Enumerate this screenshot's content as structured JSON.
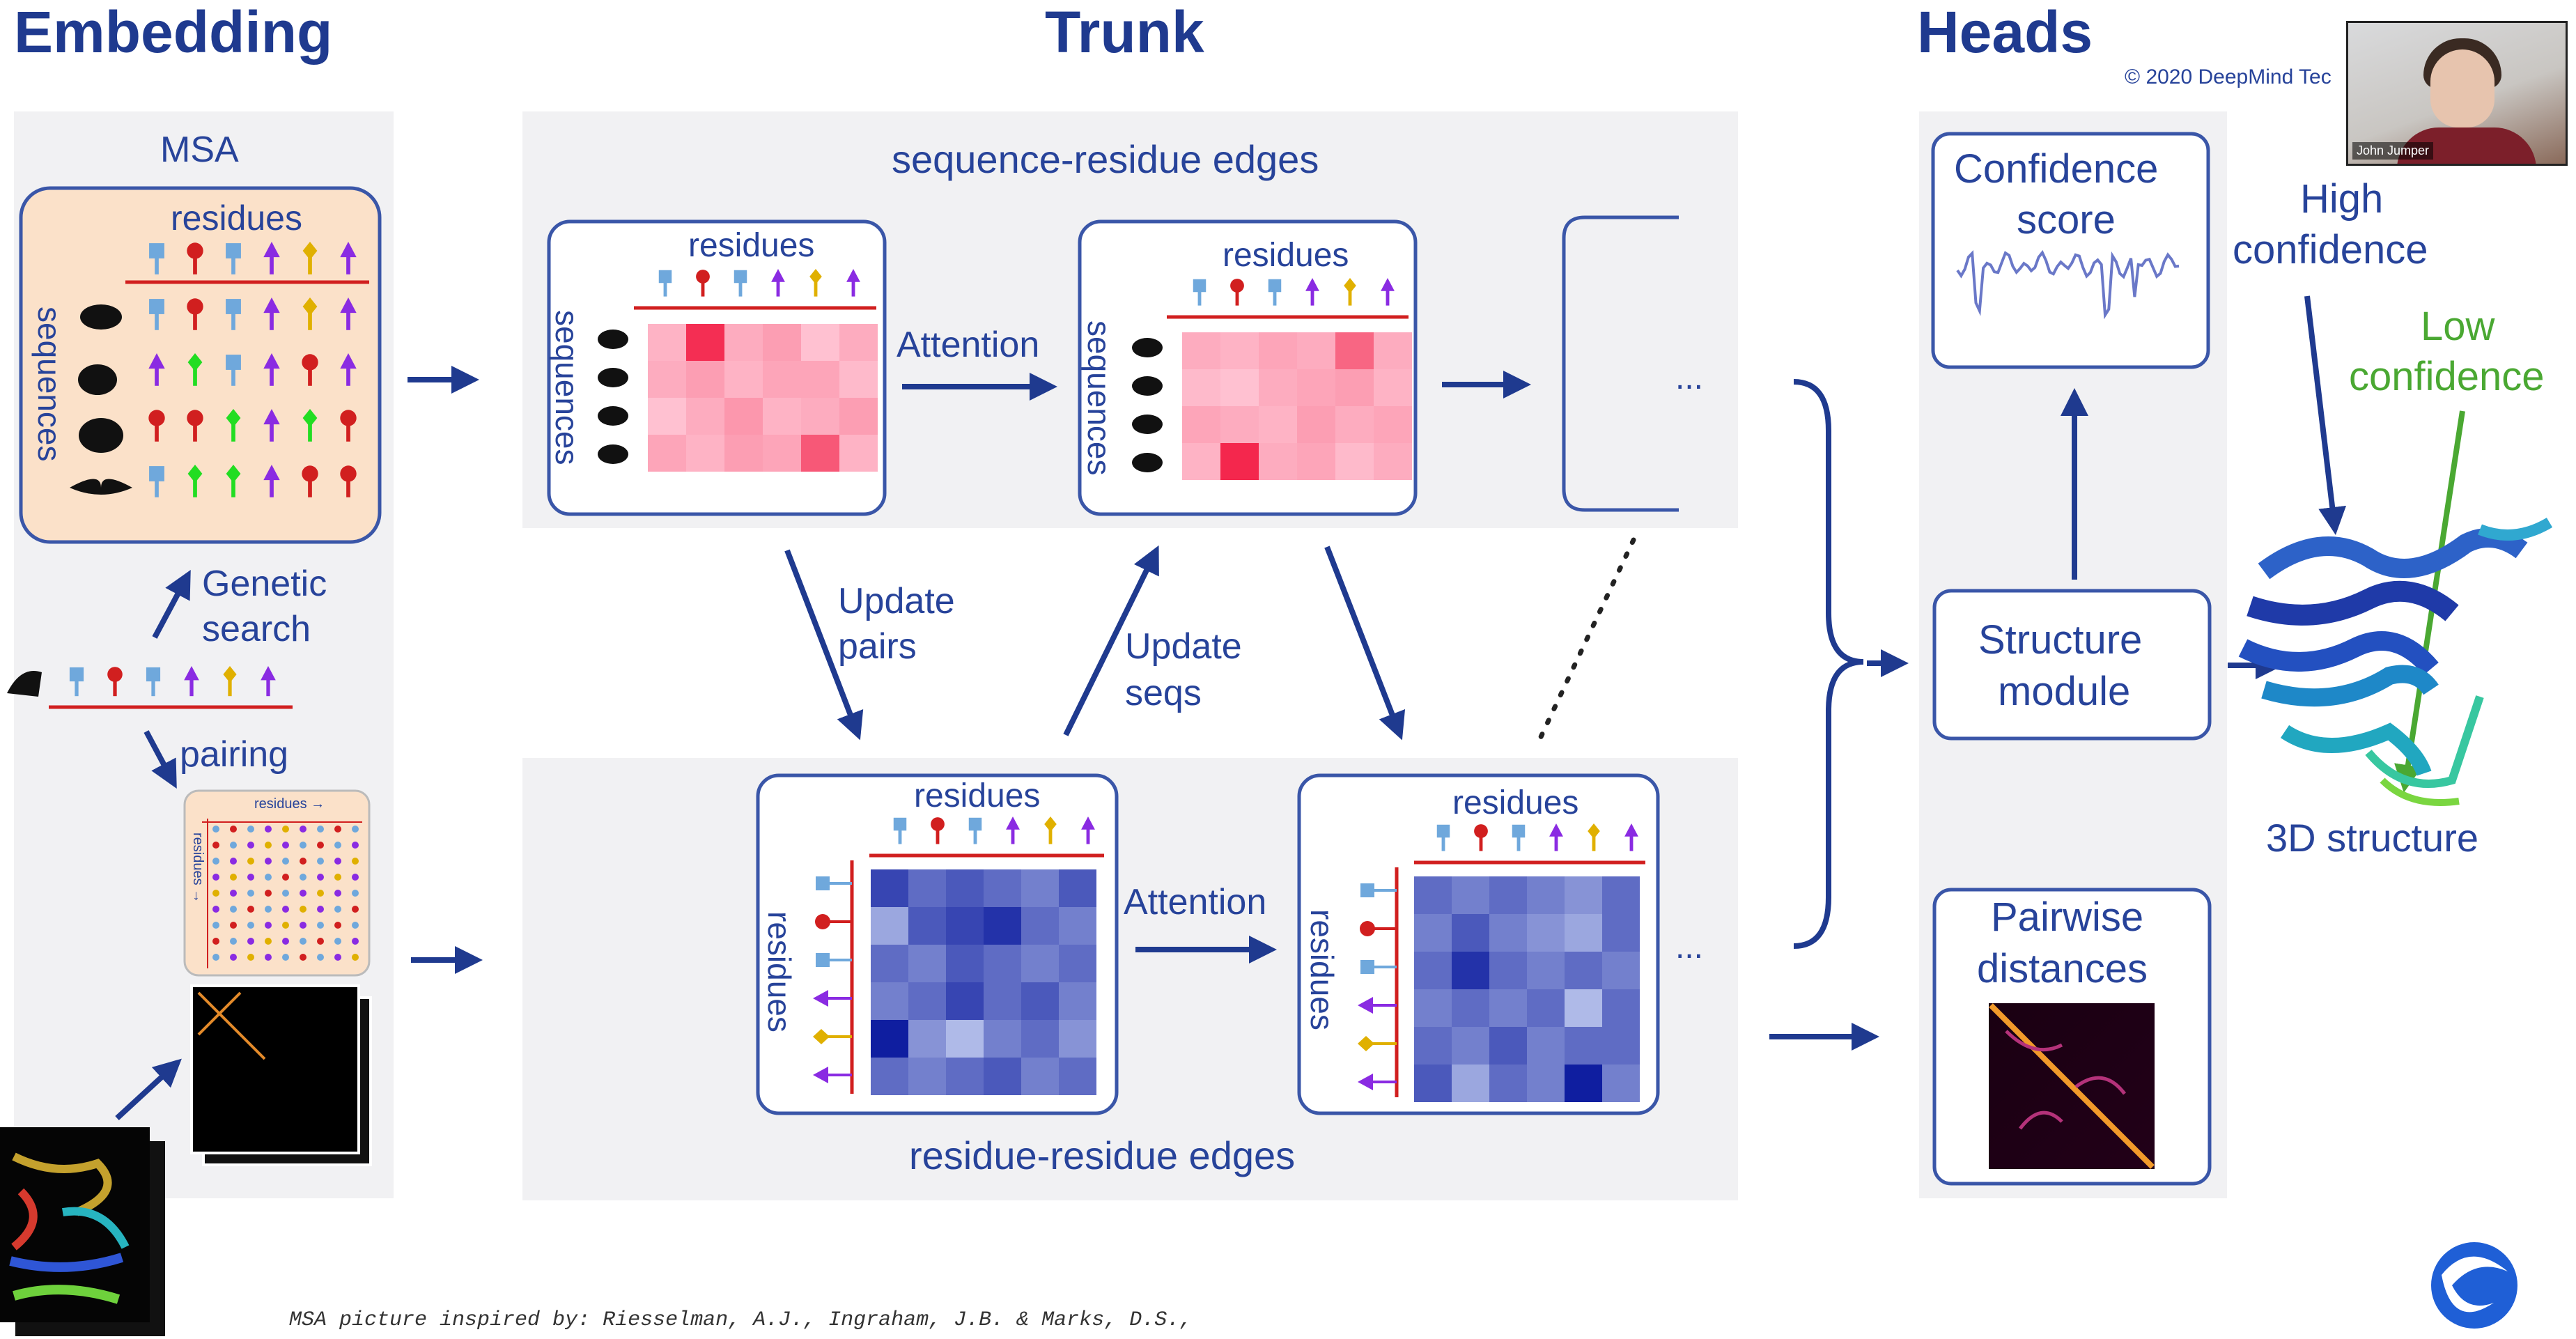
{
  "titles": {
    "embedding": "Embedding",
    "trunk": "Trunk",
    "heads": "Heads"
  },
  "copyright": "© 2020 DeepMind Tec",
  "webcam_name": "John Jumper",
  "msa": {
    "label": "MSA",
    "residues": "residues",
    "sequences": "sequences",
    "genetic_search": [
      "Genetic",
      "search"
    ],
    "pairing": "pairing",
    "pair_mini_residues": "residues →",
    "pair_mini_residues_v": "residues →"
  },
  "trunk": {
    "seq_edges": "sequence-residue edges",
    "res_edges": "residue-residue edges",
    "residues": "residues",
    "sequences": "sequences",
    "attention": "Attention",
    "update_pairs": [
      "Update",
      "pairs"
    ],
    "update_seqs": [
      "Update",
      "seqs"
    ],
    "ellipsis": "..."
  },
  "heads": {
    "confidence": [
      "Confidence",
      "score"
    ],
    "structure": [
      "Structure",
      "module"
    ],
    "pairwise": [
      "Pairwise",
      "distances"
    ],
    "high": [
      "High",
      "confidence"
    ],
    "low": [
      "Low",
      "confidence"
    ],
    "structure3d": "3D structure"
  },
  "footer": "MSA picture inspired by: Riesselman, A.J., Ingraham, J.B. & Marks, D.S.,",
  "colors": {
    "text": "#27439a",
    "panel": "#f1f1f3",
    "msa_fill": "#fbe1c9",
    "seq_grid": "#e8607f",
    "pair_grid": "#2c46c6",
    "low_green": "#4aa832"
  }
}
